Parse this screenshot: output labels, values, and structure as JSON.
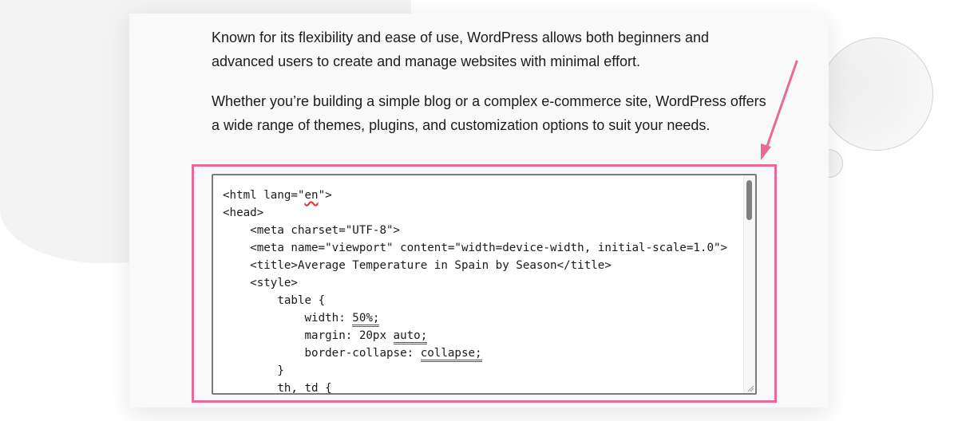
{
  "article": {
    "paragraphs": [
      "Known for its flexibility and ease of use, WordPress allows both beginners and advanced users to create and manage websites with minimal effort.",
      "Whether you’re building a simple blog or a complex e-commerce site, WordPress offers a wide range of themes, plugins, and customization options to suit your needs."
    ]
  },
  "editor": {
    "lines": [
      {
        "indent": 0,
        "parts": [
          "<html lang=\"",
          "en",
          "\">"
        ],
        "marks": [
          "",
          "spell",
          ""
        ]
      },
      {
        "indent": 0,
        "parts": [
          "<head>"
        ],
        "marks": [
          ""
        ]
      },
      {
        "indent": 1,
        "parts": [
          "<meta charset=\"UTF-8\">"
        ],
        "marks": [
          ""
        ]
      },
      {
        "indent": 1,
        "parts": [
          "<meta name=\"viewport\" content=\"width=device-width, initial-scale=1.0\">"
        ],
        "marks": [
          ""
        ]
      },
      {
        "indent": 1,
        "parts": [
          "<title>Average Temperature in Spain by Season</title>"
        ],
        "marks": [
          ""
        ]
      },
      {
        "indent": 1,
        "parts": [
          "<style>"
        ],
        "marks": [
          ""
        ]
      },
      {
        "indent": 2,
        "parts": [
          "table {"
        ],
        "marks": [
          ""
        ]
      },
      {
        "indent": 3,
        "parts": [
          "width: ",
          "50%;"
        ],
        "marks": [
          "",
          "grammar"
        ]
      },
      {
        "indent": 3,
        "parts": [
          "margin: 20px ",
          "auto;"
        ],
        "marks": [
          "",
          "grammar"
        ]
      },
      {
        "indent": 3,
        "parts": [
          "border-collapse: ",
          "collapse;"
        ],
        "marks": [
          "",
          "grammar"
        ]
      },
      {
        "indent": 2,
        "parts": [
          "}"
        ],
        "marks": [
          ""
        ]
      },
      {
        "indent": 2,
        "parts": [
          "th, td {"
        ],
        "marks": [
          ""
        ]
      }
    ],
    "scroll_position": 0
  },
  "colors": {
    "highlight": "#e8699a",
    "spell_error": "#e0312d",
    "grammar_mark": "#3452e8"
  }
}
